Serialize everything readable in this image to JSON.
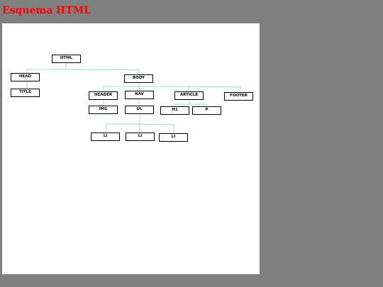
{
  "page": {
    "title": "Esquema HTML",
    "title_color": "#ff0000",
    "background_color": "#808080",
    "canvas_color": "#ffffff",
    "connector_color": "#7fc7c7"
  },
  "tree": {
    "html": "HTML",
    "head": "HEAD",
    "title": "TITLE",
    "body": "BODY",
    "header": "HEADER",
    "img": "IMG",
    "nav": "NAV",
    "ul": "UL",
    "li_1": "LI",
    "li_2": "LI",
    "li_3": "LI",
    "article": "ARTICLE",
    "h1": "H1",
    "p": "P",
    "footer": "FOOTER"
  }
}
